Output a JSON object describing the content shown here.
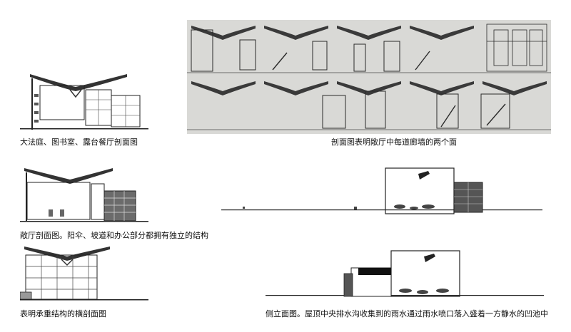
{
  "captions": {
    "fig1": "大法庭、图书室、露台餐厅剖面图",
    "fig2": "剖面图表明敞厅中每道廊墙的两个面",
    "fig3": "敞厅剖面图。阳伞、坡道和办公部分都拥有独立的结构",
    "fig4": "表明承重结构的横剖面图",
    "fig5": "侧立面图。屋顶中央排水沟收集到的雨水通过雨水喷口落入盛着一方静水的凹池中"
  }
}
